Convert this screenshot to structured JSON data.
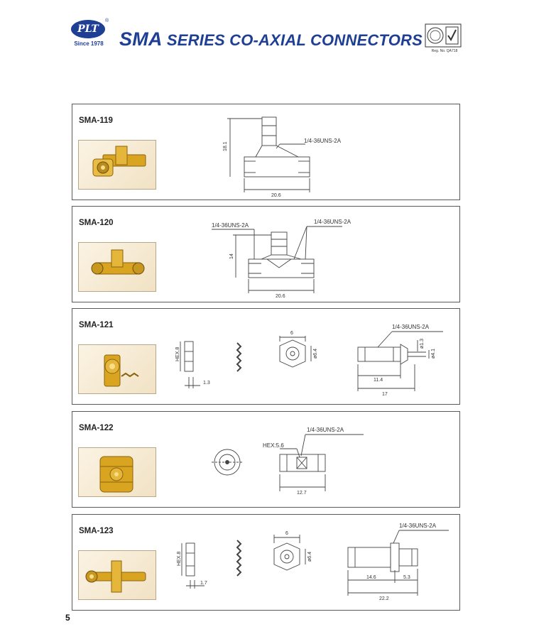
{
  "header": {
    "logo_text": "PLT",
    "logo_reg": "®",
    "since": "Since 1978",
    "title_part1": "SMA",
    "title_part2": " SERIES CO-AXIAL CONNECTORS",
    "cert_reg_no": "Reg. No. QA718"
  },
  "colors": {
    "brand": "#1f3f95",
    "gold": "#d9a520",
    "frame": "#5a5a5a"
  },
  "sections": [
    {
      "model": "SMA-119",
      "dims": {
        "height": "18.1",
        "width": "20.6"
      },
      "threads": [
        "1/4-36UNS-2A"
      ]
    },
    {
      "model": "SMA-120",
      "dims": {
        "height": "14",
        "width": "20.6"
      },
      "threads": [
        "1/4-36UNS-2A",
        "1/4-36UNS-2A"
      ]
    },
    {
      "model": "SMA-121",
      "dims": {
        "hex": "HEX.8",
        "nut_thick": "1.3",
        "nut_hex": "6",
        "nut_dia": "ø6.4",
        "pin_dia": "ø1.3",
        "body_dia": "ø4.1",
        "len_a": "11.4",
        "len_b": "17"
      },
      "threads": [
        "1/4-36UNS-2A"
      ]
    },
    {
      "model": "SMA-122",
      "dims": {
        "hex": "HEX:5.6",
        "length": "12.7"
      },
      "threads": [
        "1/4-36UNS-2A"
      ]
    },
    {
      "model": "SMA-123",
      "dims": {
        "hex": "HEX.8",
        "nut_thick": "1.7",
        "nut_hex": "6",
        "nut_dia": "ø6.4",
        "len_a": "14.6",
        "len_b": "5.3",
        "len_c": "22.2"
      },
      "threads": [
        "1/4-36UNS-2A"
      ]
    }
  ],
  "page_number": "5"
}
